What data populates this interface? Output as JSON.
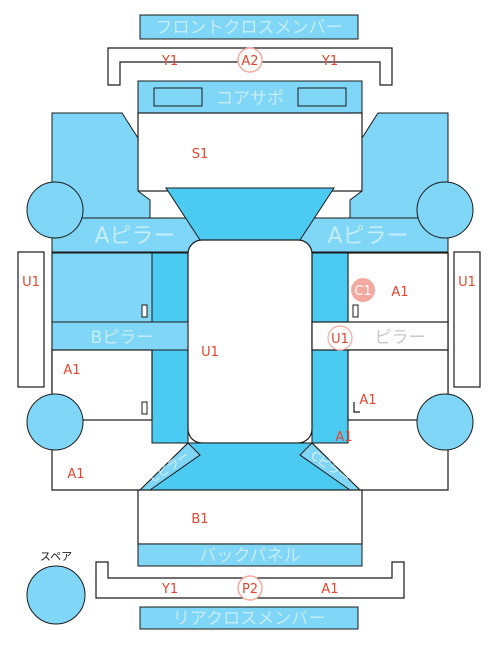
{
  "labels": {
    "front_cross_member": "フロントクロスメンバー",
    "core_support": "コアサポ",
    "a_pillar_left": "Aピラー",
    "a_pillar_right": "Aピラー",
    "b_pillar_left": "Bピラー",
    "b_pillar_right": "ピラー",
    "back_panel": "バックパネル",
    "rear_cross_member": "リアクロスメンバー",
    "spare": "スペア",
    "c_pillar_left": "Cピラー",
    "c_pillar_right": "Cピラー"
  },
  "codes": {
    "front_left": "Y1",
    "front_center": "A2",
    "front_right": "Y1",
    "core": "S1",
    "side_left": "U1",
    "side_right": "U1",
    "right_pillar_circle": "C1",
    "right_upper": "A1",
    "roof": "U1",
    "b_pillar_right": "U1",
    "left_mid": "A1",
    "right_mid": "A1",
    "right_lower": "A1",
    "left_lower": "A1",
    "trunk": "B1",
    "rear_left": "Y1",
    "rear_center": "P2",
    "rear_right": "A1"
  },
  "colors": {
    "panel": "#7fd6f7",
    "panel_dark": "#4ccbf2",
    "code": "#e8432e",
    "circle_highlight": "#f4a9a0"
  }
}
